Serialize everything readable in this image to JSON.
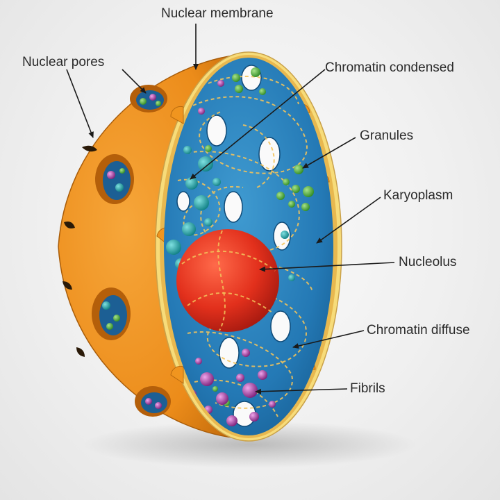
{
  "labels": {
    "nuclear_membrane": "Nuclear membrane",
    "nuclear_pores": "Nuclear pores",
    "chromatin_condensed": "Chromatin condensed",
    "granules": "Granules",
    "karyoplasm": "Karyoplasm",
    "nucleolus": "Nucleolus",
    "chromatin_diffuse": "Chromatin diffuse",
    "fibrils": "Fibrils"
  },
  "colors": {
    "membrane": "#f0951f",
    "membrane_dark": "#c8700e",
    "rim": "#f7dc7a",
    "karyoplasm": "#1f6fa8",
    "karyoplasm_light": "#3d95cc",
    "nucleolus": "#e8301e",
    "chromatin_line": "#f2c45c",
    "granule_green": "#4cae3a",
    "granule_teal": "#1fa5a8",
    "fibril_purple": "#a43c9c"
  }
}
